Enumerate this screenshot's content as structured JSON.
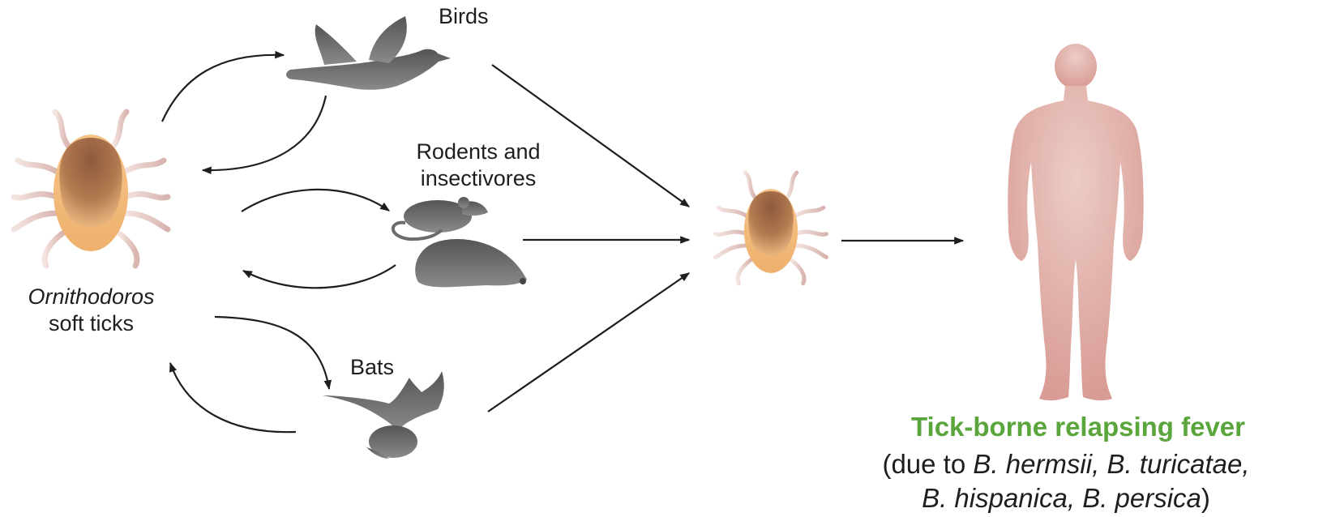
{
  "figure": {
    "labels": {
      "birds": "Birds",
      "rodents_line1": "Rodents and",
      "rodents_line2": "insectivores",
      "bats": "Bats",
      "tick_genus": "Ornithodoros",
      "tick_common": "soft ticks"
    },
    "disease": {
      "title": "Tick-borne relapsing fever",
      "sub_open": "(due to ",
      "species": [
        "B. hermsii",
        "B. turicatae",
        "B. hispanica",
        "B. persica"
      ],
      "sub_close": ")"
    },
    "colors": {
      "disease_title": "#5aa63c",
      "arrow": "#1e1e1e",
      "animal_gray": "#6b6b6b",
      "tick_body": "#f0b070",
      "tick_shield": "#a0694a",
      "human": "#e2a9a2"
    },
    "icons": [
      "bird-icon",
      "rat-icon",
      "hedgehog-icon",
      "bat-icon",
      "tick-icon",
      "human-silhouette-icon"
    ]
  }
}
